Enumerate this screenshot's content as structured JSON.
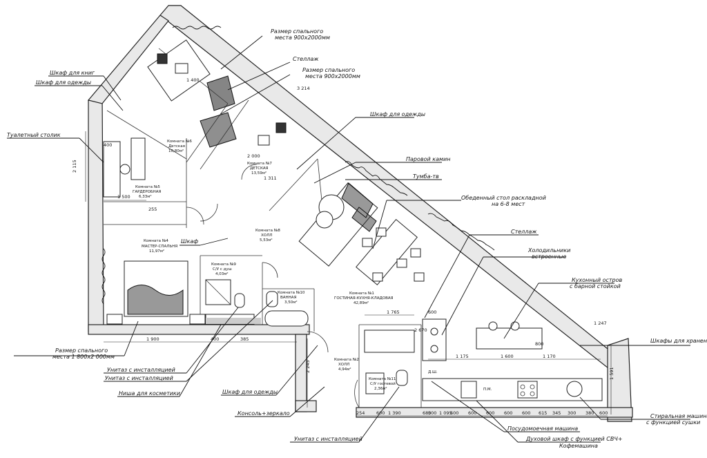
{
  "labels": {
    "bed_size_1": "Размер спального",
    "bed_size_1b": "места 900х2000мм",
    "shelf_top": "Стеллаж",
    "bed_size_2": "Размер спального",
    "bed_size_2b": "места 900х2000мм",
    "bookcase": "Шкаф для книг",
    "wardrobe_left": "Шкаф для одежды",
    "wardrobe_mid": "Шкаф для одежды",
    "dressing_table": "Туалетный столик",
    "steam_fireplace": "Паровой камин",
    "tv_stand": "Тумба-тв",
    "dining_table": "Обеденный стол раскладной",
    "dining_table_b": "на 6-8 мест",
    "shelf_right": "Стеллаж",
    "fridges": "Холодильники",
    "fridges_b": "встроенные",
    "kitchen_island": "Кухонный остров",
    "kitchen_island_b": "с барной стойкой",
    "storage_wardrobes": "Шкафы для хранени",
    "master_bed": "Размер спального",
    "master_bed_b": "места 1 800х2 000мм",
    "toilet_1": "Унитаз с инсталляцией",
    "toilet_2": "Унитаз с инсталляцией",
    "cosmetic_niche": "Ниша для косметики",
    "wardrobe_hall": "Шкаф для одежды",
    "console_mirror": "Консоль+зеркало",
    "toilet_3": "Унитаз с инсталляцией",
    "dishwasher": "Посудомоечная машина",
    "oven": "Духовой шкаф с функцией СВЧ+",
    "oven_b": "Кофемашина",
    "washing_machine": "Стиральная машина",
    "washing_machine_b": "с функцией сушки",
    "wardrobe_small": "Шкаф"
  },
  "rooms": {
    "r6": "Комната №6",
    "r6n": "Детская",
    "r6a": "10,80м²",
    "r7": "Комната №7",
    "r7n": "ДЕТСКАЯ",
    "r7a": "13,59м²",
    "r5": "Комната №5",
    "r5n": "ГАРДЕРОБНАЯ",
    "r5a": "6,33м²",
    "r4": "Комната №4",
    "r4n": "МАСТЕР-СПАЛЬНЯ",
    "r4a": "11,97м²",
    "r8": "Комната №8",
    "r8n": "ХОЛЛ",
    "r8a": "5,53м²",
    "r9": "Комната №9",
    "r9n": "С/У с душ",
    "r9a": "4,03м²",
    "r10": "Комната №10",
    "r10n": "ВАННАЯ",
    "r10a": "3,50м²",
    "r1": "Комната №1",
    "r1n": "ГОСТИНАЯ-КУХНЯ-КЛАДОВАЯ",
    "r1a": "42,89м²",
    "r2": "Комната №2",
    "r2n": "ХОЛЛ",
    "r2a": "4,94м²",
    "r11": "Комната №11",
    "r11n": "С/У гостевой",
    "r11a": "2,36м²"
  },
  "dims": {
    "d1500": "1 500",
    "d400": "400",
    "d2115": "2 115",
    "d255": "255",
    "d1900": "1 900",
    "d400b": "400",
    "d385": "385",
    "d1765": "1 765",
    "d600": "600",
    "d1175": "1 175",
    "d1600": "1 600",
    "d1170": "1 170",
    "d800": "800",
    "d1247": "1 247",
    "d1591": "1 591",
    "d3214": "3 214",
    "d1400": "1 400",
    "d2000": "2 000",
    "d1311": "1 311",
    "d2245": "2 245",
    "d254": "254",
    "d2670": "2 670",
    "d600b": "600",
    "d1390": "1 390",
    "d680": "680",
    "d1095": "1 095",
    "d500": "500",
    "d600c": "600",
    "d600d": "600",
    "d600e": "600",
    "d600f": "600",
    "d600g": "600",
    "d345": "345",
    "d300": "300",
    "d380": "380",
    "d615": "615",
    "d600h": "600"
  },
  "appliance_tags": {
    "dw": "Д.Ш.",
    "pm": "П.М."
  }
}
